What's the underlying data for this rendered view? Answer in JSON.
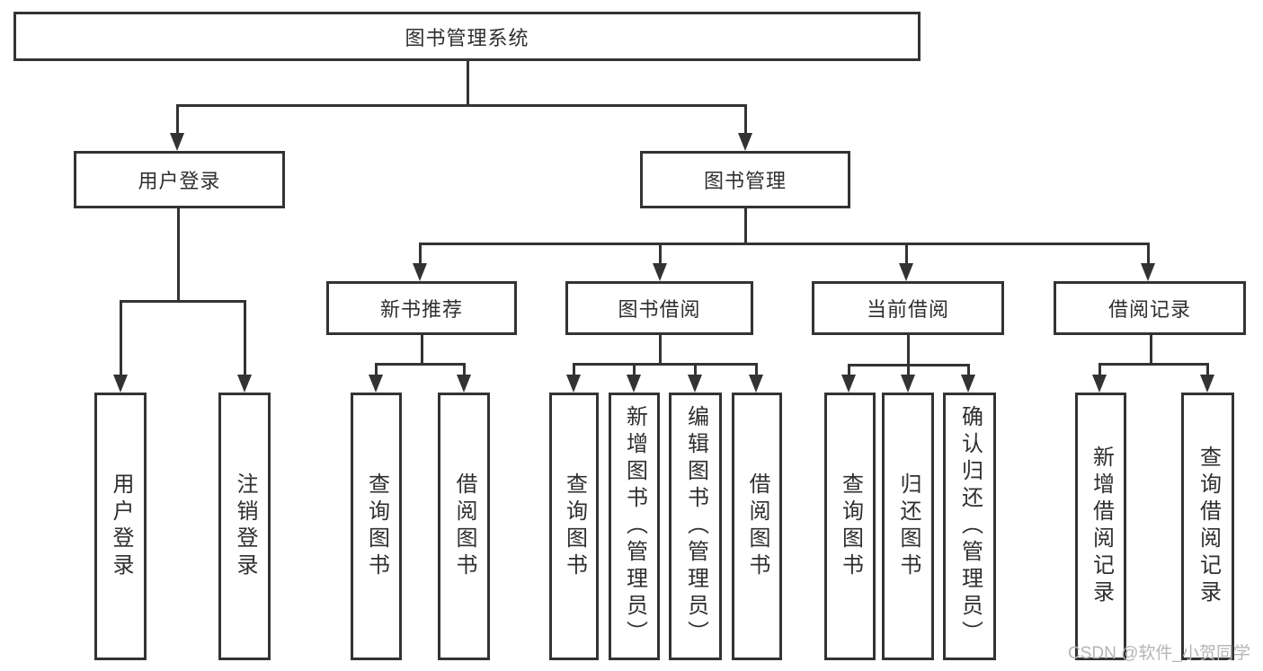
{
  "diagram_title": "图书管理系统",
  "nodes": {
    "root": {
      "label": "图书管理系统"
    },
    "user_login": {
      "label": "用户登录"
    },
    "book_mgmt": {
      "label": "图书管理"
    },
    "new_book_rec": {
      "label": "新书推荐"
    },
    "book_borrow": {
      "label": "图书借阅"
    },
    "current_borrow": {
      "label": "当前借阅"
    },
    "borrow_record": {
      "label": "借阅记录"
    },
    "leaf_user_login": {
      "label": "用户登录"
    },
    "leaf_logout": {
      "label": "注销登录"
    },
    "leaf_nbr_query": {
      "label": "查询图书"
    },
    "leaf_nbr_borrow": {
      "label": "借阅图书"
    },
    "leaf_bb_query": {
      "label": "查询图书"
    },
    "leaf_bb_add": {
      "label": "新增图书（管理员）"
    },
    "leaf_bb_edit": {
      "label": "编辑图书（管理员）"
    },
    "leaf_bb_borrow": {
      "label": "借阅图书"
    },
    "leaf_cb_query": {
      "label": "查询图书"
    },
    "leaf_cb_return": {
      "label": "归还图书"
    },
    "leaf_cb_confirm": {
      "label": "确认归还（管理员）"
    },
    "leaf_br_add": {
      "label": "新增借阅记录"
    },
    "leaf_br_query": {
      "label": "查询借阅记录"
    }
  },
  "hierarchy": {
    "root": "图书管理系统",
    "branches": [
      {
        "label": "用户登录",
        "children": [
          "用户登录",
          "注销登录"
        ]
      },
      {
        "label": "图书管理",
        "children": [
          {
            "label": "新书推荐",
            "children": [
              "查询图书",
              "借阅图书"
            ]
          },
          {
            "label": "图书借阅",
            "children": [
              "查询图书",
              "新增图书（管理员）",
              "编辑图书（管理员）",
              "借阅图书"
            ]
          },
          {
            "label": "当前借阅",
            "children": [
              "查询图书",
              "归还图书",
              "确认归还（管理员）"
            ]
          },
          {
            "label": "借阅记录",
            "children": [
              "新增借阅记录",
              "查询借阅记录"
            ]
          }
        ]
      }
    ]
  },
  "watermark": {
    "text": "CSDN @软件_小贺同学"
  },
  "colors": {
    "line": "#333333",
    "text": "#2f2f2f",
    "background": "#ffffff",
    "watermark": "#b5b5b5"
  }
}
